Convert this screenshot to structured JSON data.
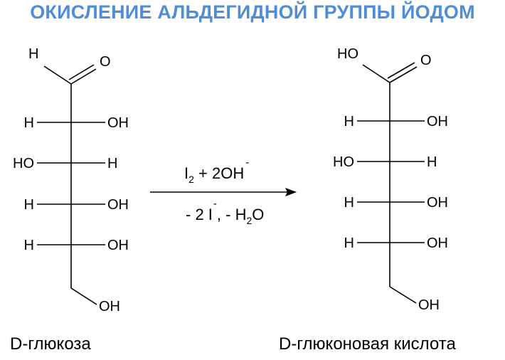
{
  "title": "ОКИСЛЕНИЕ АЛЬДЕГИДНОЙ ГРУППЫ ЙОДОМ",
  "colors": {
    "title": "#4f8ed6",
    "lines": "#000000"
  },
  "glucose": {
    "caption": "D-глюкоза",
    "top_h": "H",
    "top_o": "O",
    "rows": [
      {
        "left": "H",
        "right": "OH"
      },
      {
        "left": "HO",
        "right": "H"
      },
      {
        "left": "H",
        "right": "OH"
      },
      {
        "left": "H",
        "right": "OH"
      }
    ],
    "bottom": "OH"
  },
  "gluconic_acid": {
    "caption": "D-глюконовая кислота",
    "top_ho": "HO",
    "top_o": "O",
    "rows": [
      {
        "left": "H",
        "right": "OH"
      },
      {
        "left": "HO",
        "right": "H"
      },
      {
        "left": "H",
        "right": "OH"
      },
      {
        "left": "H",
        "right": "OH"
      }
    ],
    "bottom": "OH"
  },
  "reaction": {
    "reagent_i": "I",
    "reagent_i_sub": "2",
    "reagent_mid": " + 2OH",
    "reagent_charge": "-",
    "byproduct_a": "- 2 I",
    "byproduct_a_charge": "-",
    "byproduct_b": ", - H",
    "byproduct_b_sub": "2",
    "byproduct_b_end": "O"
  }
}
